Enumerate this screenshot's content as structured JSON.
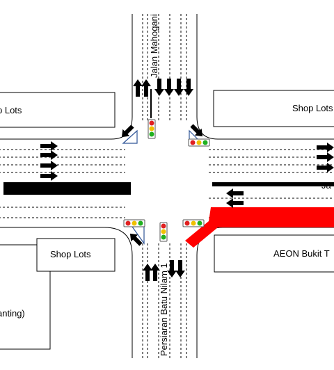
{
  "roads": {
    "north": "Jalan Mahogani",
    "south": "Persiaran Batu Nilam 1",
    "east_partial": "Ja"
  },
  "buildings": {
    "nw": "p Lots",
    "ne": "Shop Lots",
    "sw_small": "Shop Lots",
    "sw_large": "anting)",
    "se": "AEON Bukit T"
  },
  "colors": {
    "highlight": "#ff0000",
    "signal_red": "#e02020",
    "signal_amber": "#f0c000",
    "signal_green": "#20b020",
    "arrow": "#000000"
  }
}
